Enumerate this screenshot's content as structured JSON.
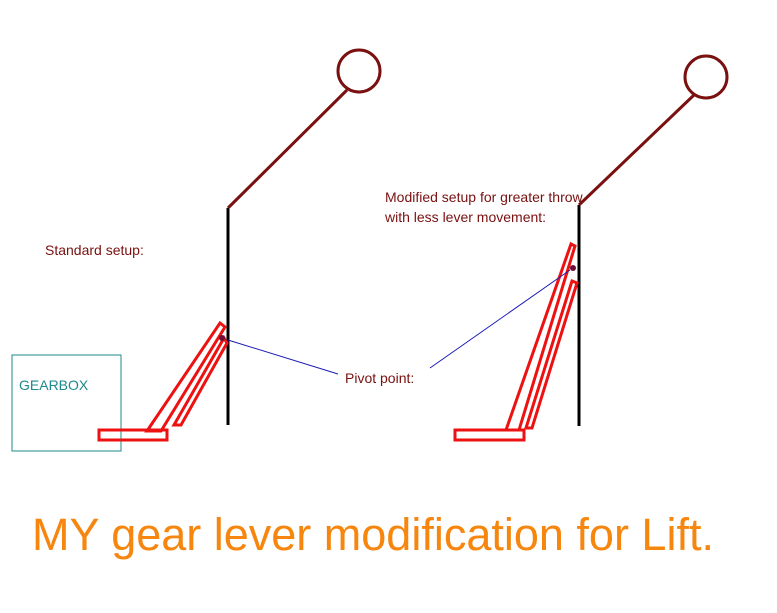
{
  "labels": {
    "standard": "Standard setup:",
    "modified": "Modified setup for greater throw with less lever movement:",
    "pivot": "Pivot point:",
    "gearbox": "GEARBOX"
  },
  "title": "MY gear lever modification for Lift.",
  "colors": {
    "lever_upper": "#7a1010",
    "lever_shaft": "#000000",
    "linkage": "#ee1111",
    "pivot_marker": "#6e0f3a",
    "leader_line": "#1a1ab4",
    "gearbox_border": "#1f8a8a",
    "label_text": "#7a1010",
    "title": "#f7860e"
  }
}
